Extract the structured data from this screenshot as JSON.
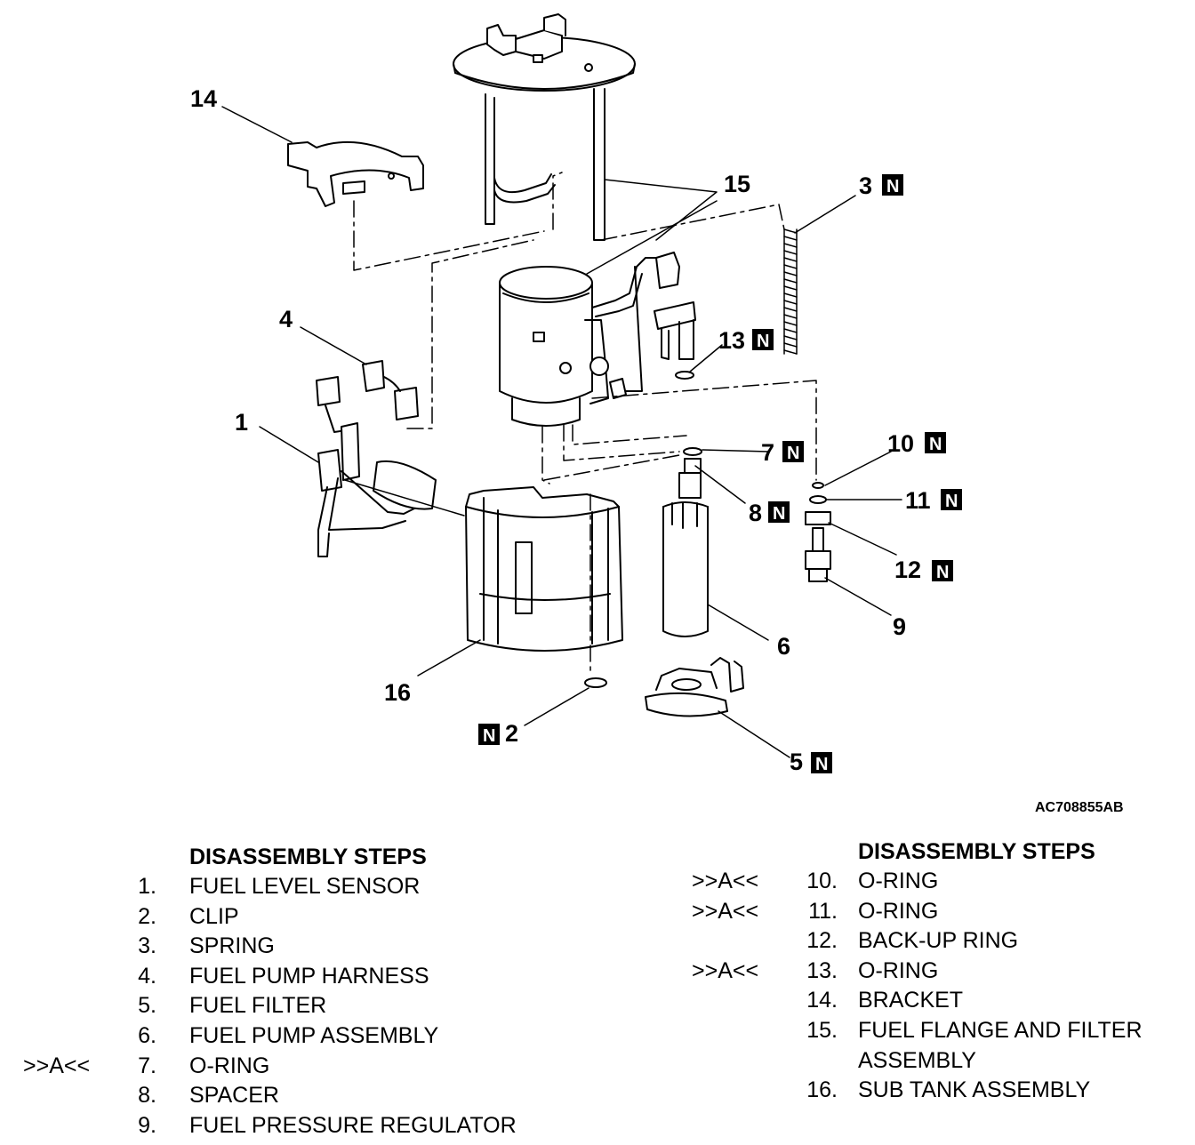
{
  "figure_code": "AC708855AB",
  "new_part_badge": "N",
  "callouts": {
    "c1": "1",
    "c2": "2",
    "c3": "3",
    "c4": "4",
    "c5": "5",
    "c6": "6",
    "c7": "7",
    "c8": "8",
    "c9": "9",
    "c10": "10",
    "c11": "11",
    "c12": "12",
    "c13": "13",
    "c14": "14",
    "c15": "15",
    "c16": "16"
  },
  "left_list": {
    "heading": "DISASSEMBLY STEPS",
    "items": [
      {
        "mark": "",
        "num": "1.",
        "label": "FUEL LEVEL SENSOR"
      },
      {
        "mark": "",
        "num": "2.",
        "label": "CLIP"
      },
      {
        "mark": "",
        "num": "3.",
        "label": "SPRING"
      },
      {
        "mark": "",
        "num": "4.",
        "label": "FUEL PUMP HARNESS"
      },
      {
        "mark": "",
        "num": "5.",
        "label": "FUEL FILTER"
      },
      {
        "mark": "",
        "num": "6.",
        "label": "FUEL PUMP ASSEMBLY"
      },
      {
        "mark": ">>A<<",
        "num": "7.",
        "label": "O-RING"
      },
      {
        "mark": "",
        "num": "8.",
        "label": "SPACER"
      },
      {
        "mark": "",
        "num": "9.",
        "label": "FUEL PRESSURE REGULATOR"
      }
    ]
  },
  "right_list": {
    "heading": "DISASSEMBLY STEPS",
    "items": [
      {
        "mark": ">>A<<",
        "num": "10.",
        "label": "O-RING",
        "cont": ""
      },
      {
        "mark": ">>A<<",
        "num": "11.",
        "label": "O-RING",
        "cont": ""
      },
      {
        "mark": "",
        "num": "12.",
        "label": "BACK-UP RING",
        "cont": ""
      },
      {
        "mark": ">>A<<",
        "num": "13.",
        "label": "O-RING",
        "cont": ""
      },
      {
        "mark": "",
        "num": "14.",
        "label": "BRACKET",
        "cont": ""
      },
      {
        "mark": "",
        "num": "15.",
        "label": "FUEL FLANGE AND FILTER",
        "cont": "ASSEMBLY"
      },
      {
        "mark": "",
        "num": "16.",
        "label": "SUB TANK ASSEMBLY",
        "cont": ""
      }
    ]
  }
}
